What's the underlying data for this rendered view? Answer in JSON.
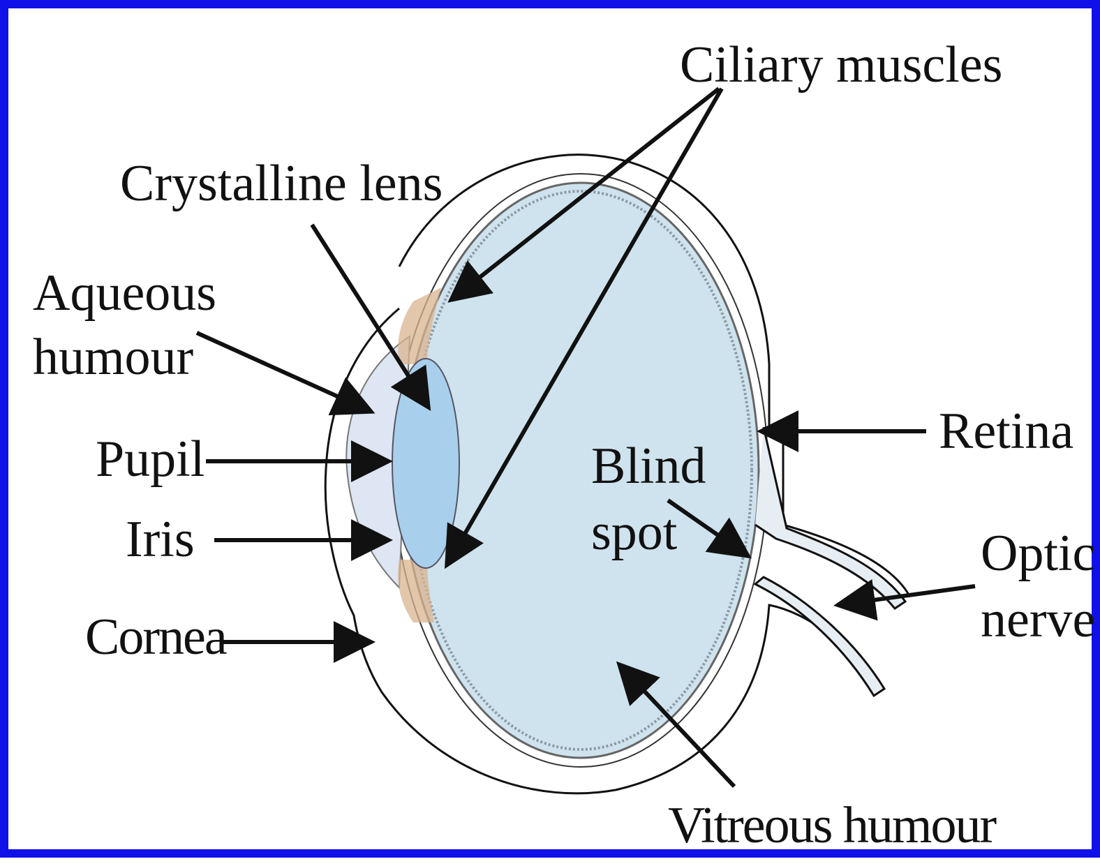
{
  "labels": {
    "ciliary_muscles": "Ciliary muscles",
    "crystalline_lens": "Crystalline lens",
    "aqueous_line1": "Aqueous",
    "aqueous_line2": "humour",
    "pupil": "Pupil",
    "iris": "Iris",
    "cornea": "Cornea",
    "retina": "Retina",
    "blind_line1": "Blind",
    "blind_line2": "spot",
    "optic_line1": "Optic",
    "optic_line2": "nerve",
    "vitreous_humour": "Vitreous humour"
  },
  "colors": {
    "frame_border": "#1010e8",
    "vitreous_fill": "#cfe3ee",
    "lens_fill": "#a8d0ec",
    "aqueous_fill": "#dde6f2",
    "iris_fill": "#d9b48f",
    "line": "#111111"
  }
}
